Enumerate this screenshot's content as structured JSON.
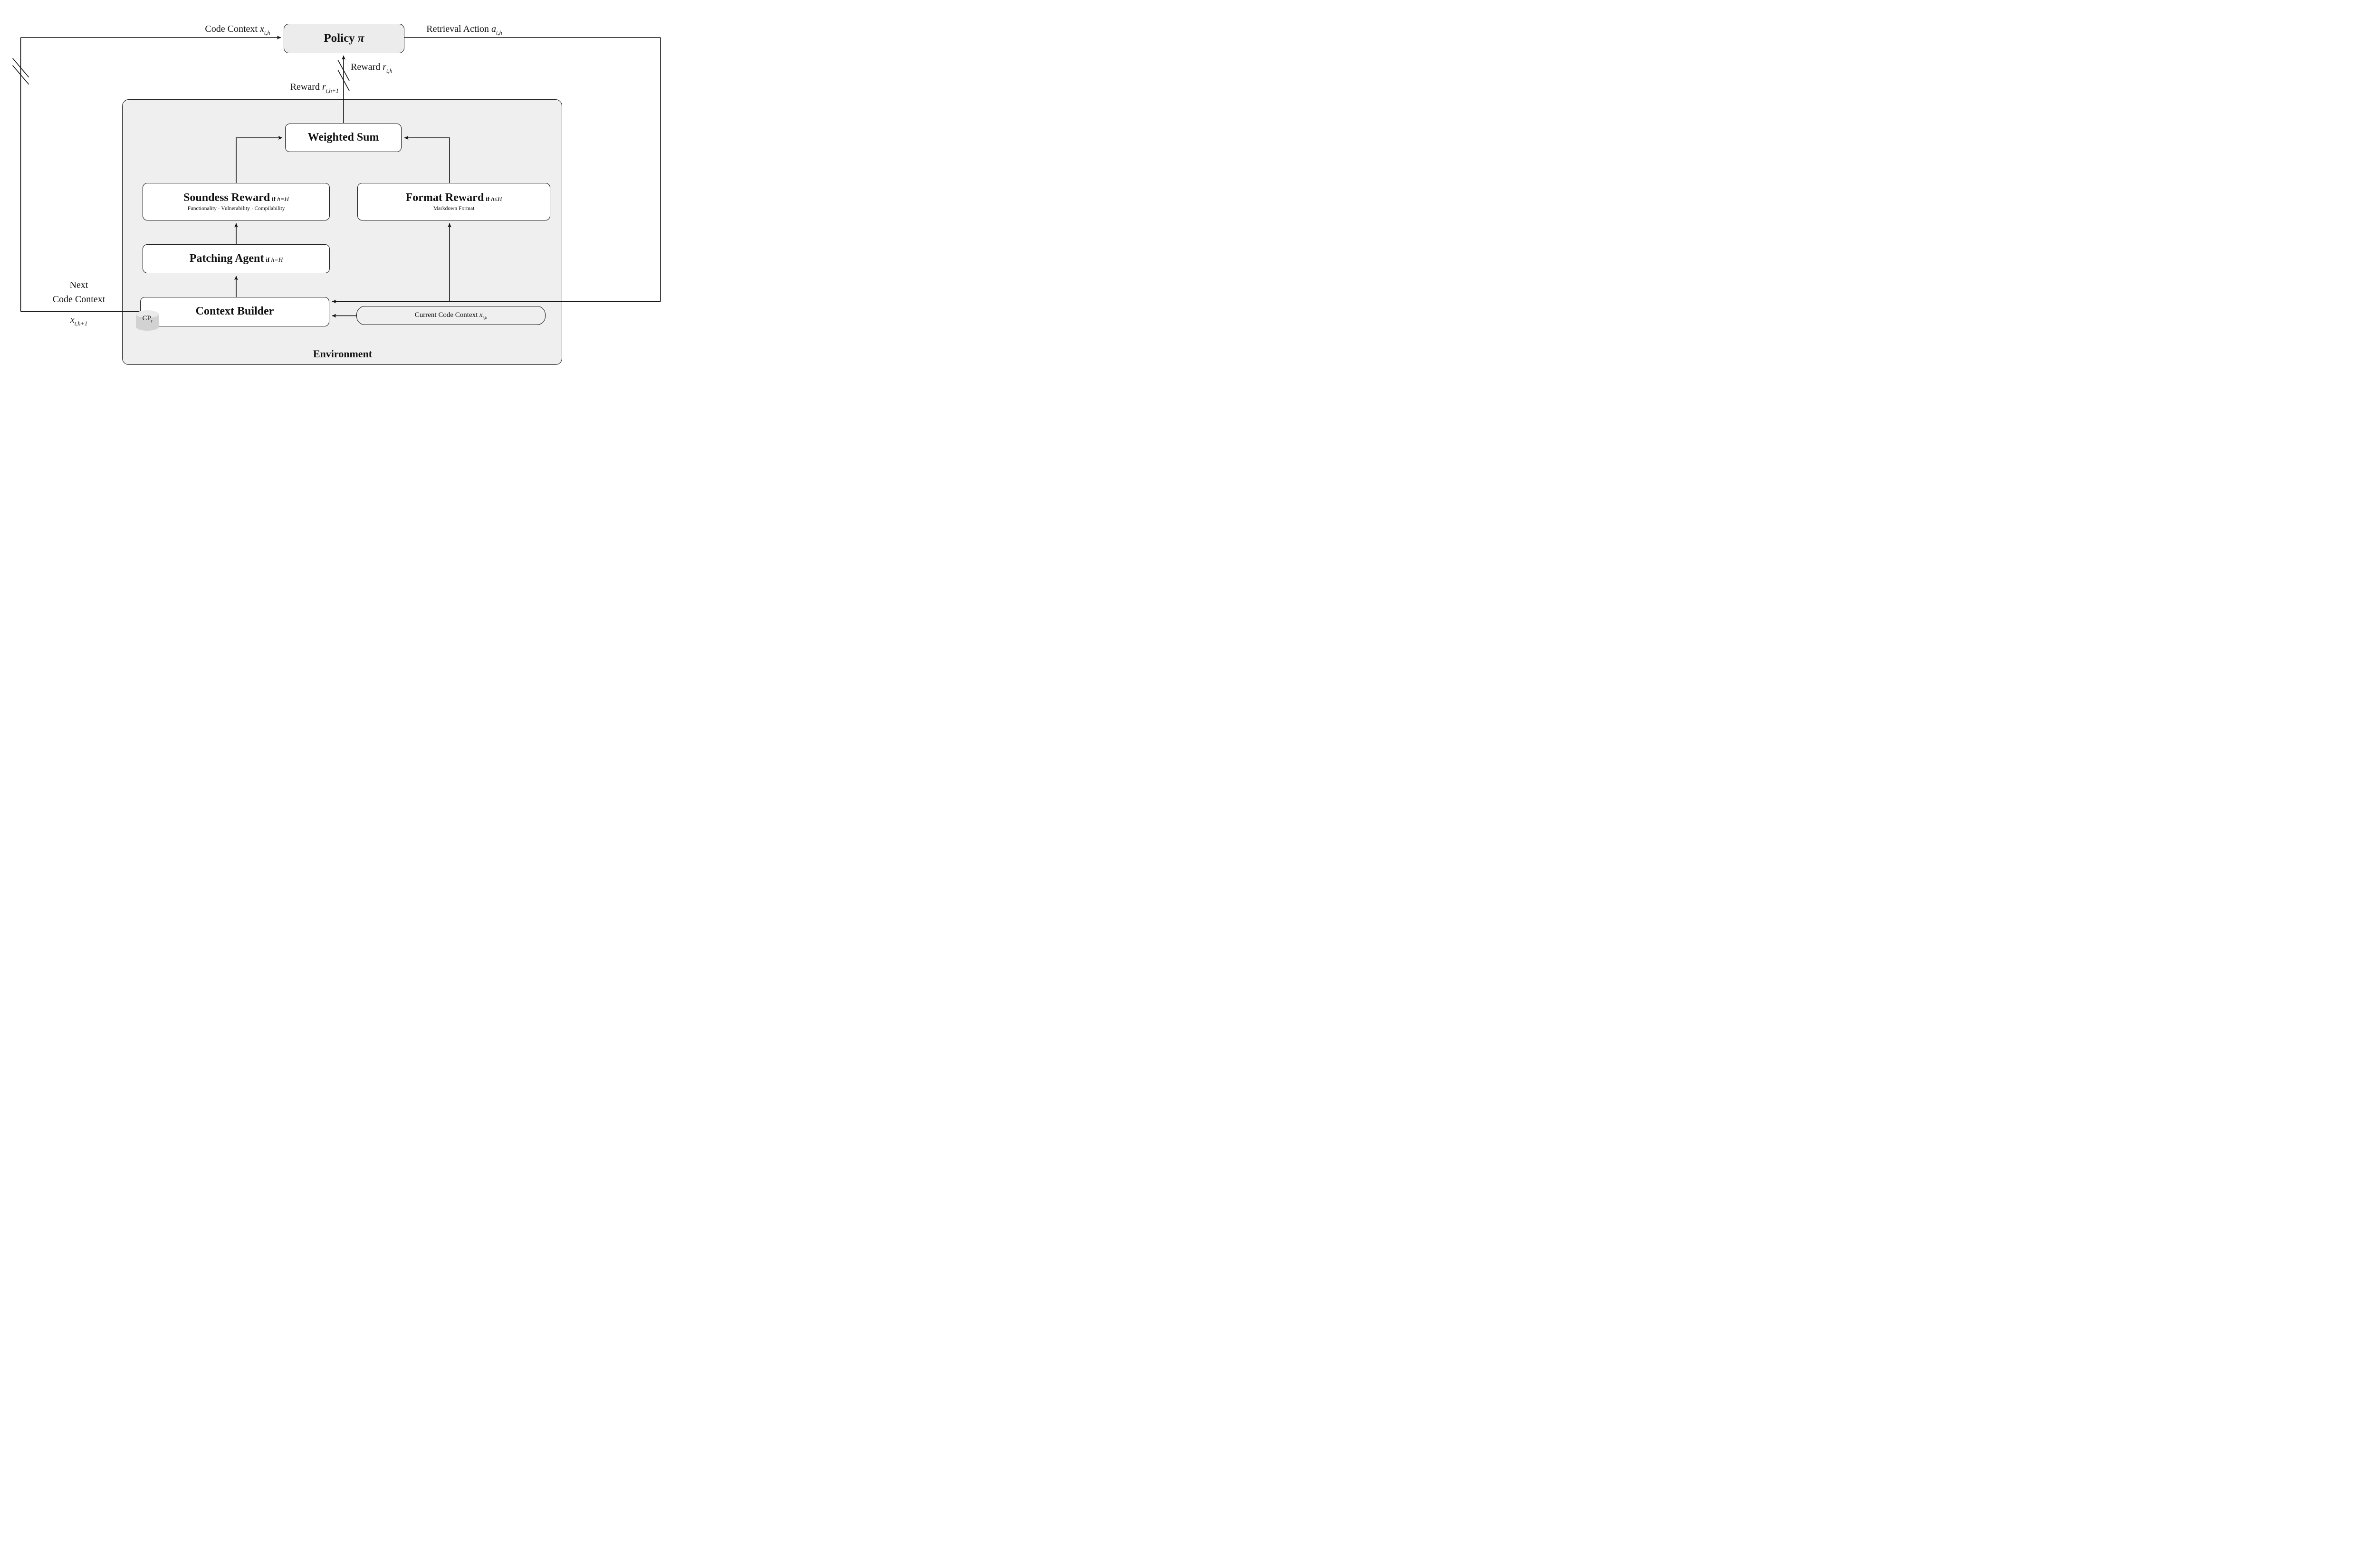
{
  "boxes": {
    "policy": {
      "title": "Policy",
      "var": "π"
    },
    "weighted_sum": {
      "title": "Weighted Sum"
    },
    "soundess_reward": {
      "title": "Soundess Reward",
      "if_word": "if",
      "condition": "h=H",
      "subtitle": "Functionality · Vulnerability · Compilability"
    },
    "format_reward": {
      "title": "Format Reward",
      "if_word": "if",
      "condition": "h≤H",
      "subtitle": "Markdown Format"
    },
    "patching_agent": {
      "title": "Patching Agent",
      "if_word": "if",
      "condition": "h=H"
    },
    "context_builder": {
      "title": "Context Builder"
    },
    "current_code_context": {
      "label": "Current Code Context",
      "var": "x",
      "sub": "t,h"
    },
    "cp_cylinder": {
      "label": "CP",
      "sub": "t"
    },
    "environment": {
      "label": "Environment"
    }
  },
  "edges": {
    "code_context": {
      "label": "Code Context",
      "var": "x",
      "sub": "t,h"
    },
    "retrieval_action": {
      "label": "Retrieval Action",
      "var": "a",
      "sub": "t,h"
    },
    "reward_up": {
      "label": "Reward",
      "var": "r",
      "sub": "t,h"
    },
    "reward_next": {
      "label": "Reward",
      "var": "r",
      "sub": "t,h+1"
    },
    "next_code_context": {
      "line1": "Next",
      "line2": "Code Context",
      "var": "x",
      "sub": "t,h+1"
    }
  },
  "colors": {
    "environment_fill": "#efefef",
    "box_fill": "#ffffff",
    "policy_fill": "#ececec",
    "pill_fill": "#efefef",
    "cylinder_body": "#d2d2d2",
    "cylinder_top": "#eaeaea",
    "line": "#111111"
  }
}
